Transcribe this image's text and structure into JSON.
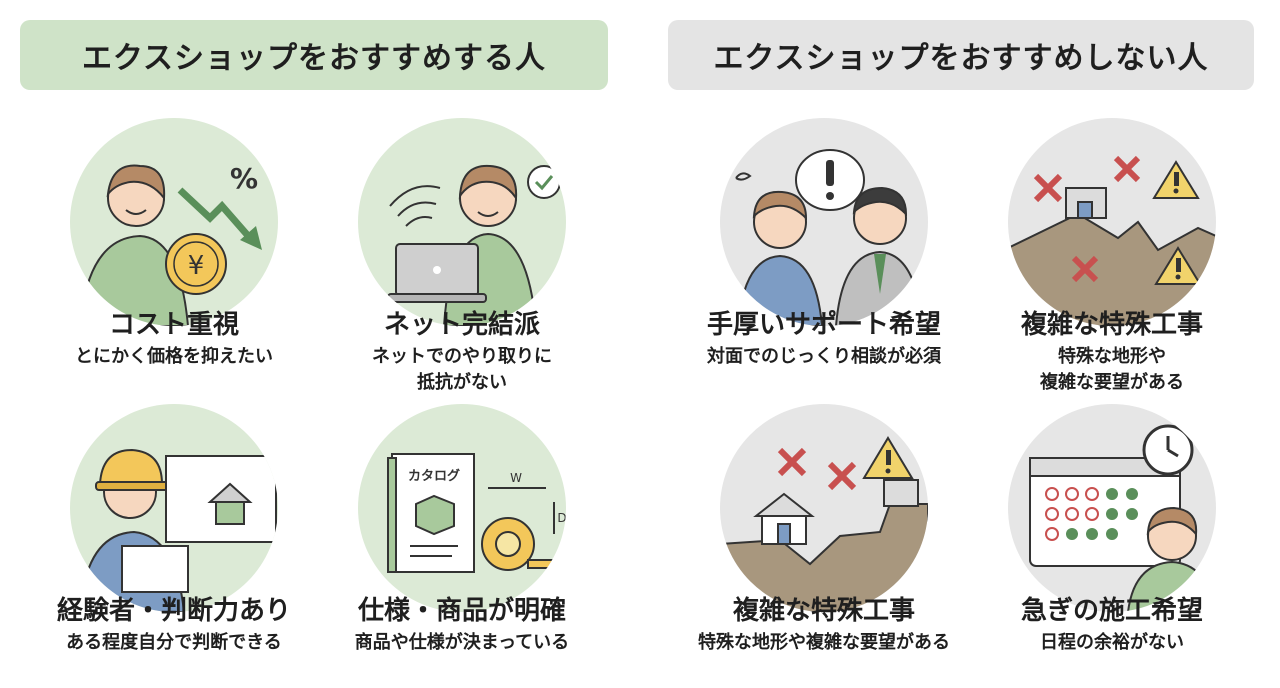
{
  "recommended": {
    "heading": "エクスショップをおすすめする人",
    "items": [
      {
        "title": "コスト重視",
        "desc": "とにかく価格を抑えたい",
        "icon_text": "%",
        "coin_text": "¥"
      },
      {
        "title": "ネット完結派",
        "desc": "ネットでのやり取りに\n抵抗がない"
      },
      {
        "title": "経験者・判断力あり",
        "desc": "ある程度自分で判断できる"
      },
      {
        "title": "仕様・商品が明確",
        "desc": "商品や仕様が決まっている",
        "catalog_text": "カタログ",
        "width_text": "W",
        "depth_text": "D"
      }
    ]
  },
  "not_recommended": {
    "heading": "エクスショップをおすすめしない人",
    "items": [
      {
        "title": "手厚いサポート希望",
        "desc": "対面でのじっくり相談が必須"
      },
      {
        "title": "複雑な特殊工事",
        "desc": "特殊な地形や\n複雑な要望がある"
      },
      {
        "title": "複雑な特殊工事",
        "desc": "特殊な地形や複雑な要望がある"
      },
      {
        "title": "急ぎの施工希望",
        "desc": "日程の余裕がない"
      }
    ]
  },
  "colors": {
    "recommended_header": "#cfe3c8",
    "not_recommended_header": "#e4e4e4",
    "green_circle": "#dcead6",
    "gray_circle": "#e6e6e6",
    "accent_green": "#5a8f5a",
    "warning_yellow": "#f1d36b",
    "cross_red": "#c8504f"
  }
}
